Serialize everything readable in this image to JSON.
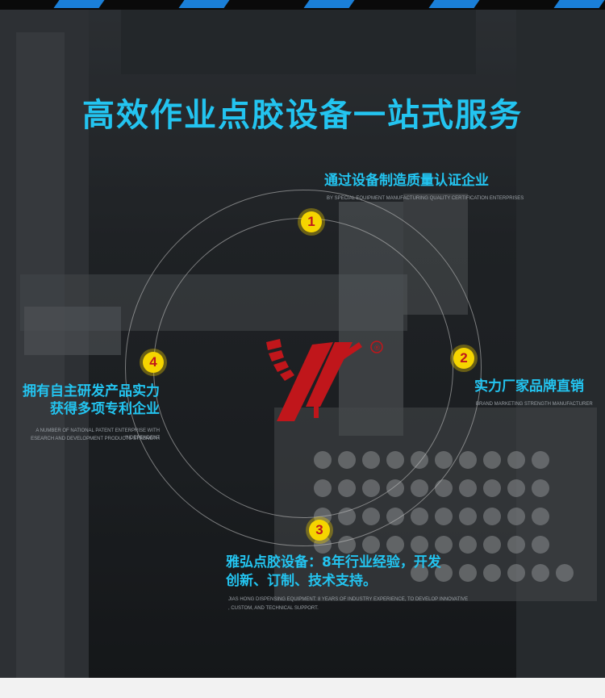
{
  "title": "高效作业点胶设备一站式服务",
  "colors": {
    "accent": "#23c4f0",
    "badge": "#f5d500",
    "badge_text": "#c0161b",
    "logo": "#c0161b"
  },
  "features": [
    {
      "number": "1",
      "title": "通过设备制造质量认证企业",
      "subtitle": "BY SPECIAL EQUIPMENT MANUFACTURING QUALITY CERTIFICATION ENTERPRISES"
    },
    {
      "number": "2",
      "title": "实力厂家品牌直销",
      "subtitle": "BRAND MARKETING STRENGTH MANUFACTURER"
    },
    {
      "number": "3",
      "title_line1": "雅弘点胶设备：8年行业经验，开发",
      "title_line2": "创新、订制、技术支持。",
      "subtitle_line1": "JIAS HONG DISPENSING EQUIPMENT: 8 YEARS OF INDUSTRY EXPERIENCE, TO DEVELOP INNOVATIVE",
      "subtitle_line2": ", CUSTOM, AND TECHNICAL SUPPORT."
    },
    {
      "number": "4",
      "title_line1": "拥有自主研发产品实力",
      "title_line2": "获得多项专利企业",
      "subtitle_line1": "A NUMBER OF NATIONAL PATENT ENTERPRISE WITH INDEPENDENT",
      "subtitle_line2": "ESEARCH AND DEVELOPMENT PRODUCTS STRENGTH"
    }
  ],
  "logo": {
    "mark": "®"
  }
}
